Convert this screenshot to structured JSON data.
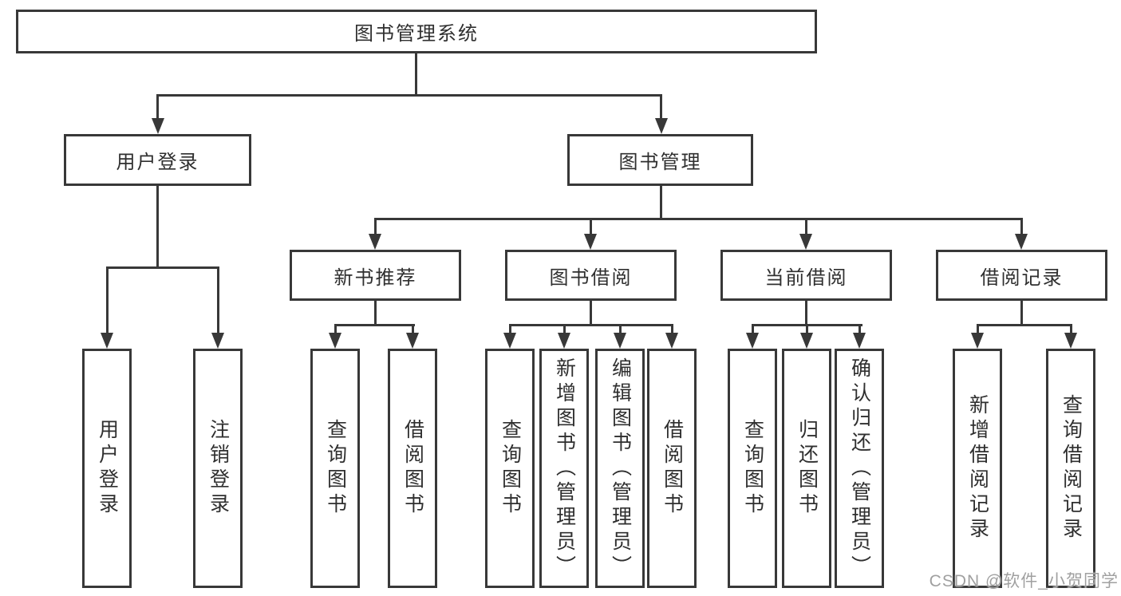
{
  "diagram": {
    "type": "hierarchy-tree",
    "orientation": "top-down",
    "colors": {
      "background": "#ffffff",
      "line": "#383838",
      "box_border": "#383838",
      "box_fill": "#ffffff",
      "text": "#2f2f2f",
      "watermark": "#a0a0a0"
    }
  },
  "nodes": {
    "root": "图书管理系统",
    "l2": {
      "user_login": "用户登录",
      "book_mgmt": "图书管理"
    },
    "l3": {
      "new_book": "新书推荐",
      "borrow": "图书借阅",
      "current": "当前借阅",
      "records": "借阅记录"
    },
    "l4": {
      "user_login": [
        "用户登录",
        "注销登录"
      ],
      "new_book": [
        "查询图书",
        "借阅图书"
      ],
      "borrow": [
        "查询图书",
        "新增图书（管理员）",
        "编辑图书（管理员）",
        "借阅图书"
      ],
      "current": [
        "查询图书",
        "归还图书",
        "确认归还（管理员）"
      ],
      "records": [
        "新增借阅记录",
        "查询借阅记录"
      ]
    }
  },
  "watermark": "CSDN @软件_小贺同学"
}
